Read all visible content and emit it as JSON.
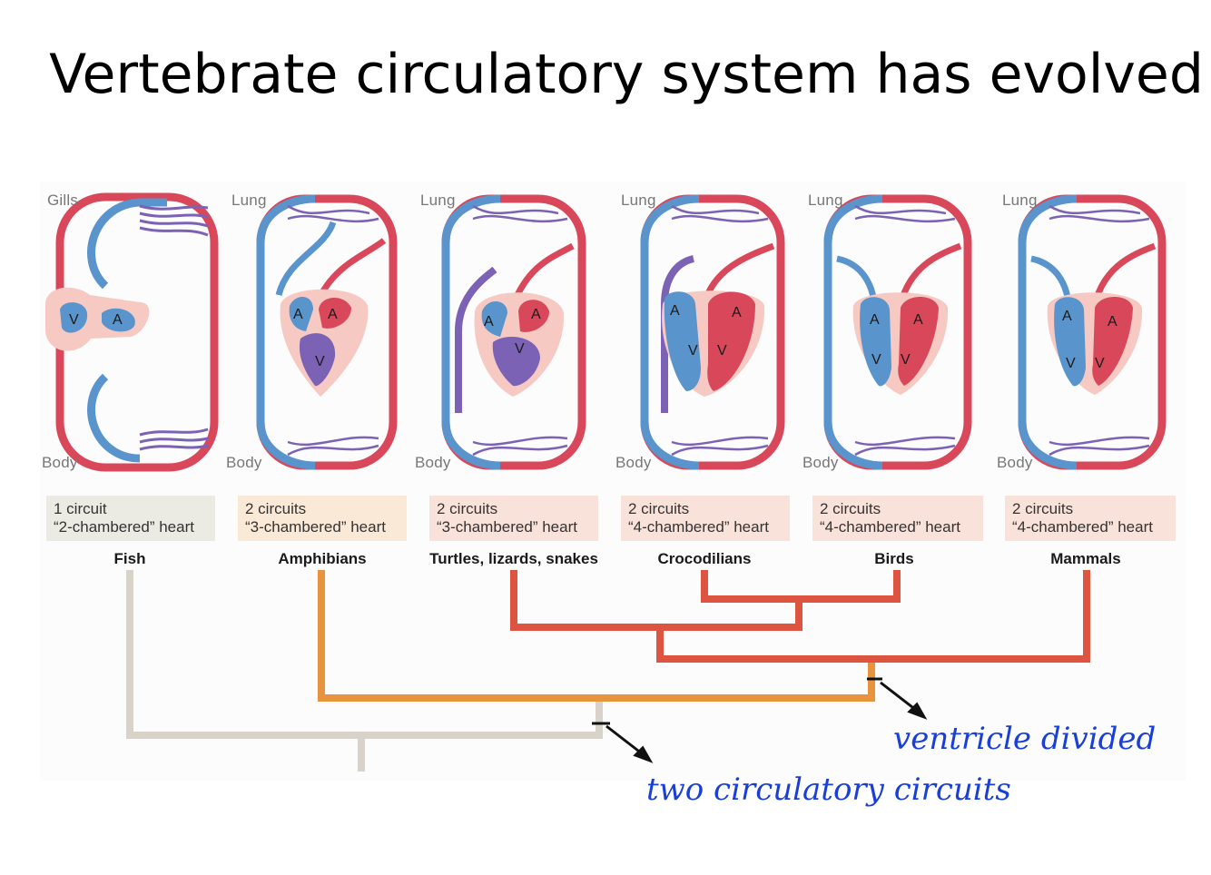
{
  "title": "Vertebrate circulatory system has evolved",
  "panels": [
    {
      "top_organ": "Gills",
      "bottom_organ": "Body",
      "circuits": "1 circuit",
      "heart": "“2-chambered” heart",
      "group": "Fish",
      "box_color": "#ebeae3",
      "chambers": [
        "V",
        "A"
      ]
    },
    {
      "top_organ": "Lung",
      "bottom_organ": "Body",
      "circuits": "2 circuits",
      "heart": "“3-chambered” heart",
      "group": "Amphibians",
      "box_color": "#fbe9d7",
      "chambers": [
        "A",
        "A",
        "V"
      ]
    },
    {
      "top_organ": "Lung",
      "bottom_organ": "Body",
      "circuits": "2 circuits",
      "heart": "“3-chambered” heart",
      "group": "Turtles, lizards, snakes",
      "box_color": "#f9e2da",
      "chambers": [
        "A",
        "A",
        "V"
      ]
    },
    {
      "top_organ": "Lung",
      "bottom_organ": "Body",
      "circuits": "2 circuits",
      "heart": "“4-chambered” heart",
      "group": "Crocodilians",
      "box_color": "#f9e2da",
      "chambers": [
        "A",
        "A",
        "V",
        "V"
      ]
    },
    {
      "top_organ": "Lung",
      "bottom_organ": "Body",
      "circuits": "2 circuits",
      "heart": "“4-chambered” heart",
      "group": "Birds",
      "box_color": "#f9e2da",
      "chambers": [
        "A",
        "A",
        "V",
        "V"
      ]
    },
    {
      "top_organ": "Lung",
      "bottom_organ": "Body",
      "circuits": "2 circuits",
      "heart": "“4-chambered” heart",
      "group": "Mammals",
      "box_color": "#f9e2da",
      "chambers": [
        "A",
        "A",
        "V",
        "V"
      ]
    }
  ],
  "tree_colors": {
    "fish": "#d8d2c8",
    "amphibian": "#e8943e",
    "reptile": "#dd5540",
    "marker": "#111111"
  },
  "vessel_colors": {
    "oxygen_poor": "#5a94cc",
    "oxygen_rich": "#d9485a",
    "mixed": "#7c62b4",
    "heart_wall": "#f6c9c2"
  },
  "annotations": {
    "ventricle": "ventricle divided",
    "circuits": "two circulatory circuits"
  },
  "annotation_color": "#1a3fd6"
}
